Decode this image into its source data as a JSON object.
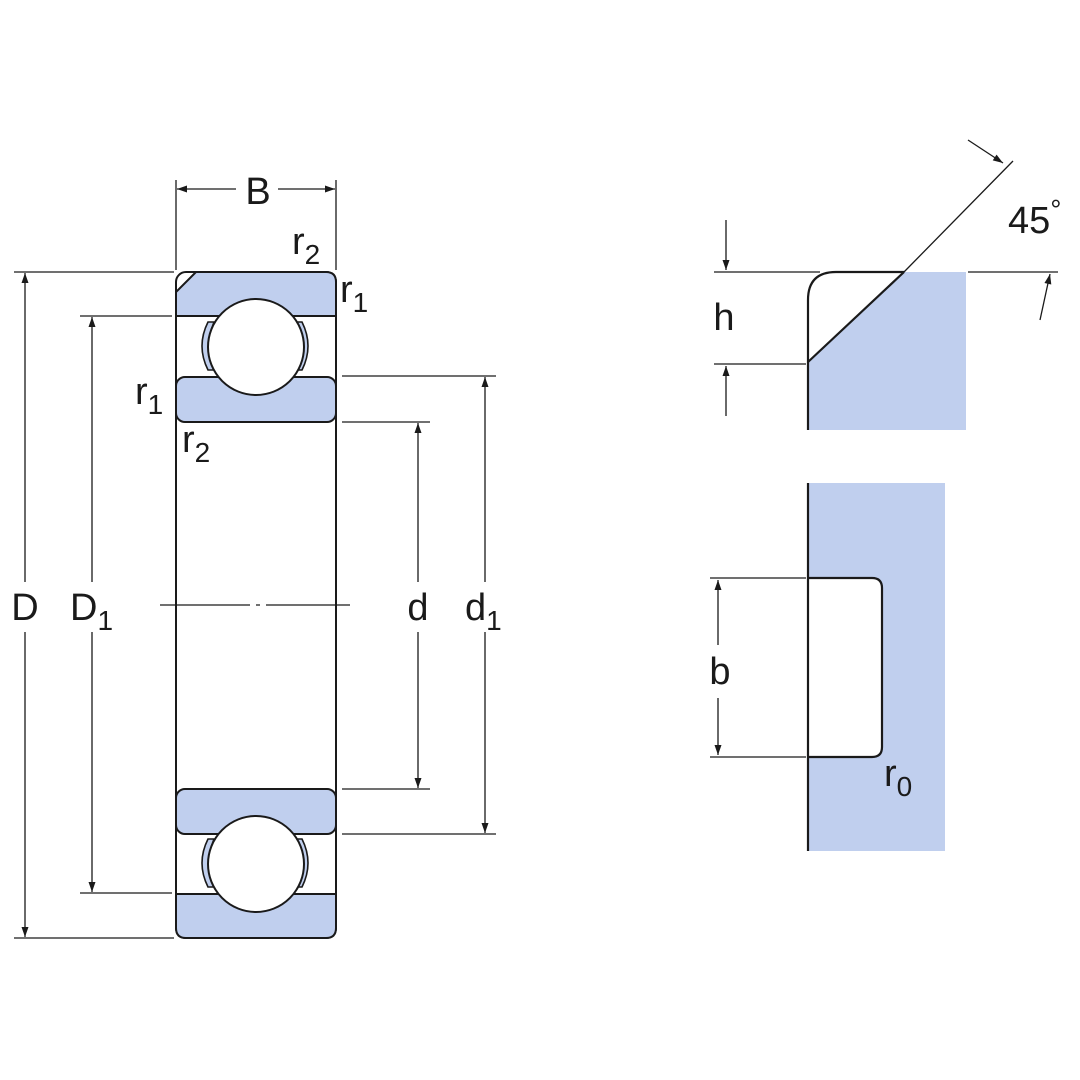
{
  "labels": {
    "B": "B",
    "r": "r",
    "D": "D",
    "d": "d",
    "h": "h",
    "b": "b",
    "sub_1": "1",
    "sub_2": "2",
    "sub_0": "0",
    "angle": "45",
    "degree": "°"
  },
  "colors": {
    "fill": "#c0cfee",
    "line": "#1a1a1a",
    "background": "#ffffff"
  }
}
